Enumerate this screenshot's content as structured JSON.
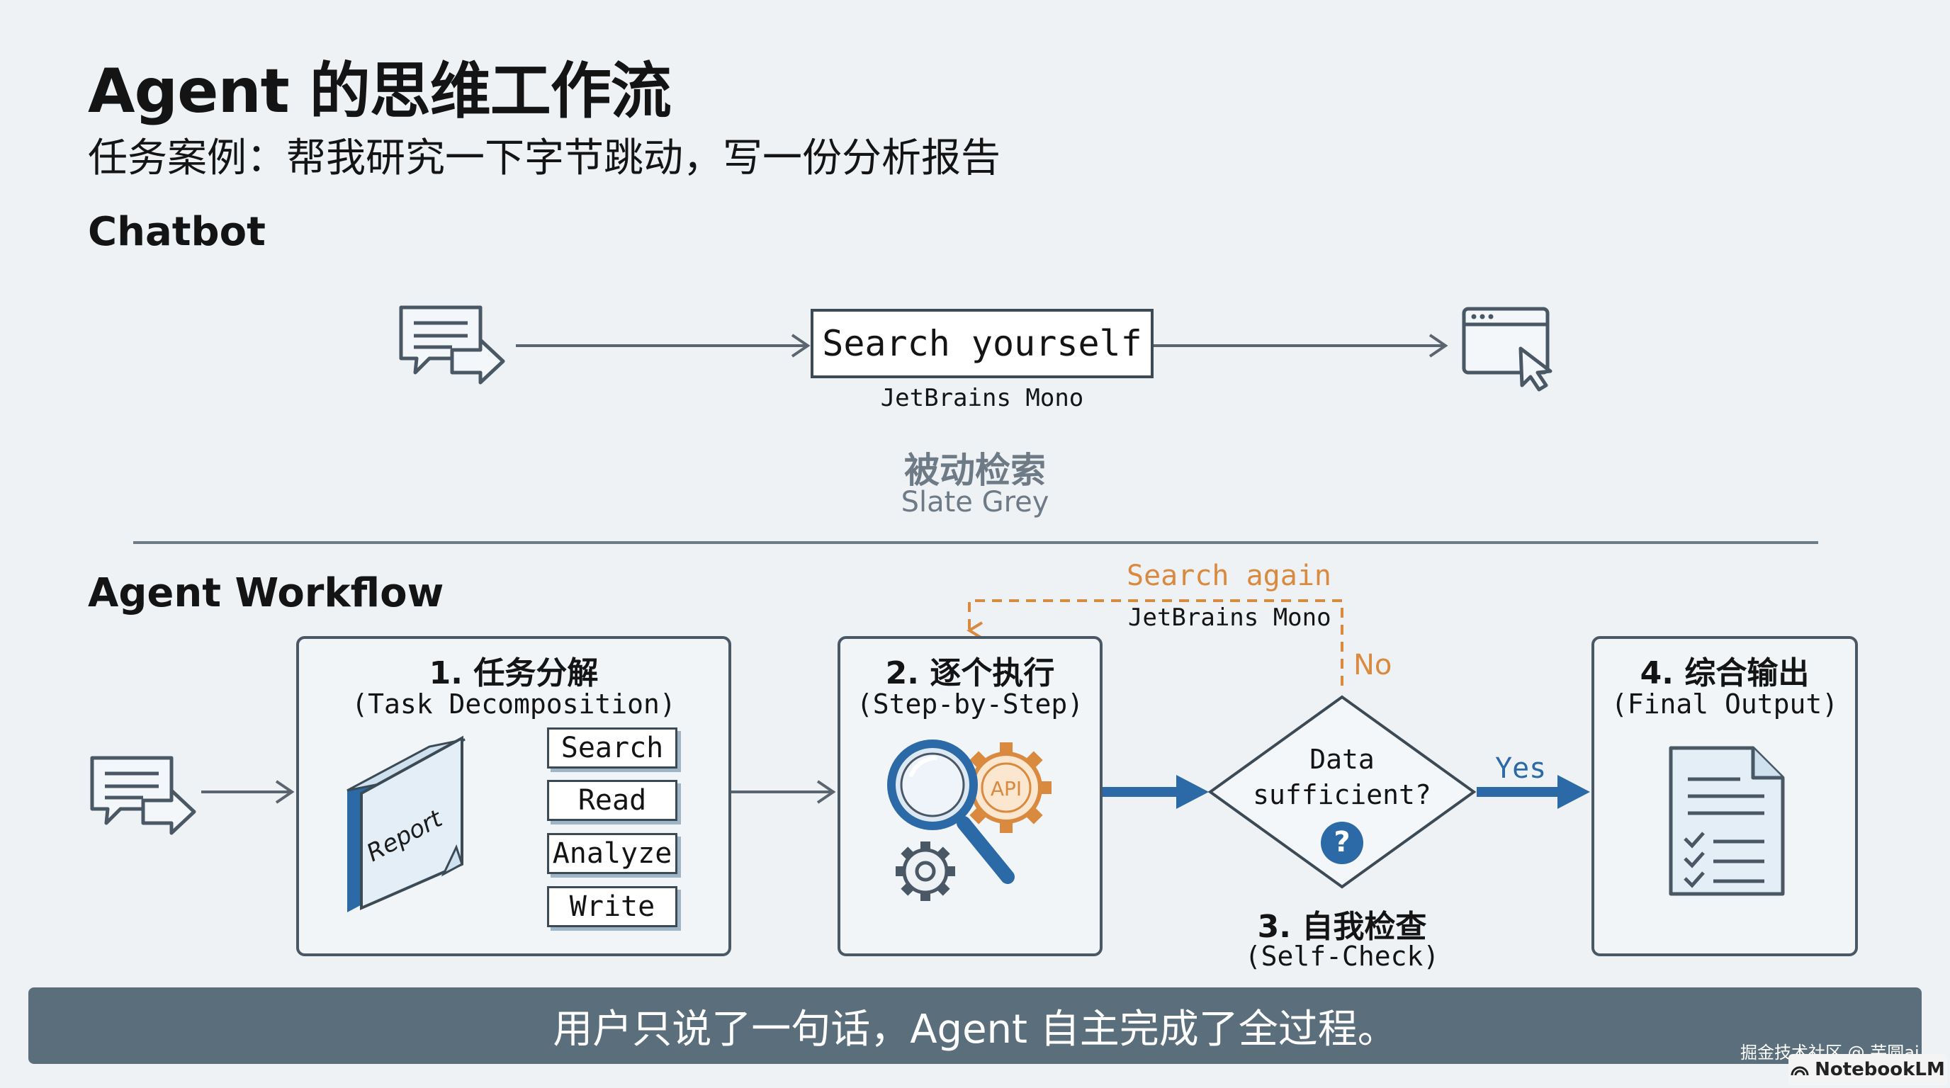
{
  "header": {
    "title": "Agent 的思维工作流",
    "subtitle": "任务案例：帮我研究一下字节跳动，写一份分析报告"
  },
  "chatbot": {
    "section_label": "Chatbot",
    "step_label": "Search yourself",
    "font_note": "JetBrains Mono",
    "mode_label": "被动检索",
    "color_note": "Slate Grey"
  },
  "agent": {
    "section_label": "Agent Workflow",
    "loop_label": "Search again",
    "loop_font_note": "JetBrains Mono",
    "no_label": "No",
    "yes_label": "Yes",
    "step1": {
      "title": "1. 任务分解",
      "subtitle": "(Task Decomposition)",
      "book_label": "Report",
      "subtasks": [
        "Search",
        "Read",
        "Analyze",
        "Write"
      ]
    },
    "step2": {
      "title": "2. 逐个执行",
      "subtitle": "(Step-by-Step)",
      "gear_label": "API"
    },
    "step3": {
      "decision_line1": "Data",
      "decision_line2": "sufficient?",
      "decision_mark": "?",
      "title": "3. 自我检查",
      "subtitle": "(Self-Check)"
    },
    "step4": {
      "title": "4. 综合输出",
      "subtitle": "(Final Output)"
    }
  },
  "caption": "用户只说了一句话，Agent 自主完成了全过程。",
  "watermark": {
    "community": "掘金技术社区 @ 芋圆ai",
    "brand": "NotebookLM"
  },
  "colors": {
    "accent_blue": "#2b6aa6",
    "loop_orange": "#d98a3e",
    "slate_grey": "#6e7b86",
    "caption_bg": "#5b6e7b"
  }
}
